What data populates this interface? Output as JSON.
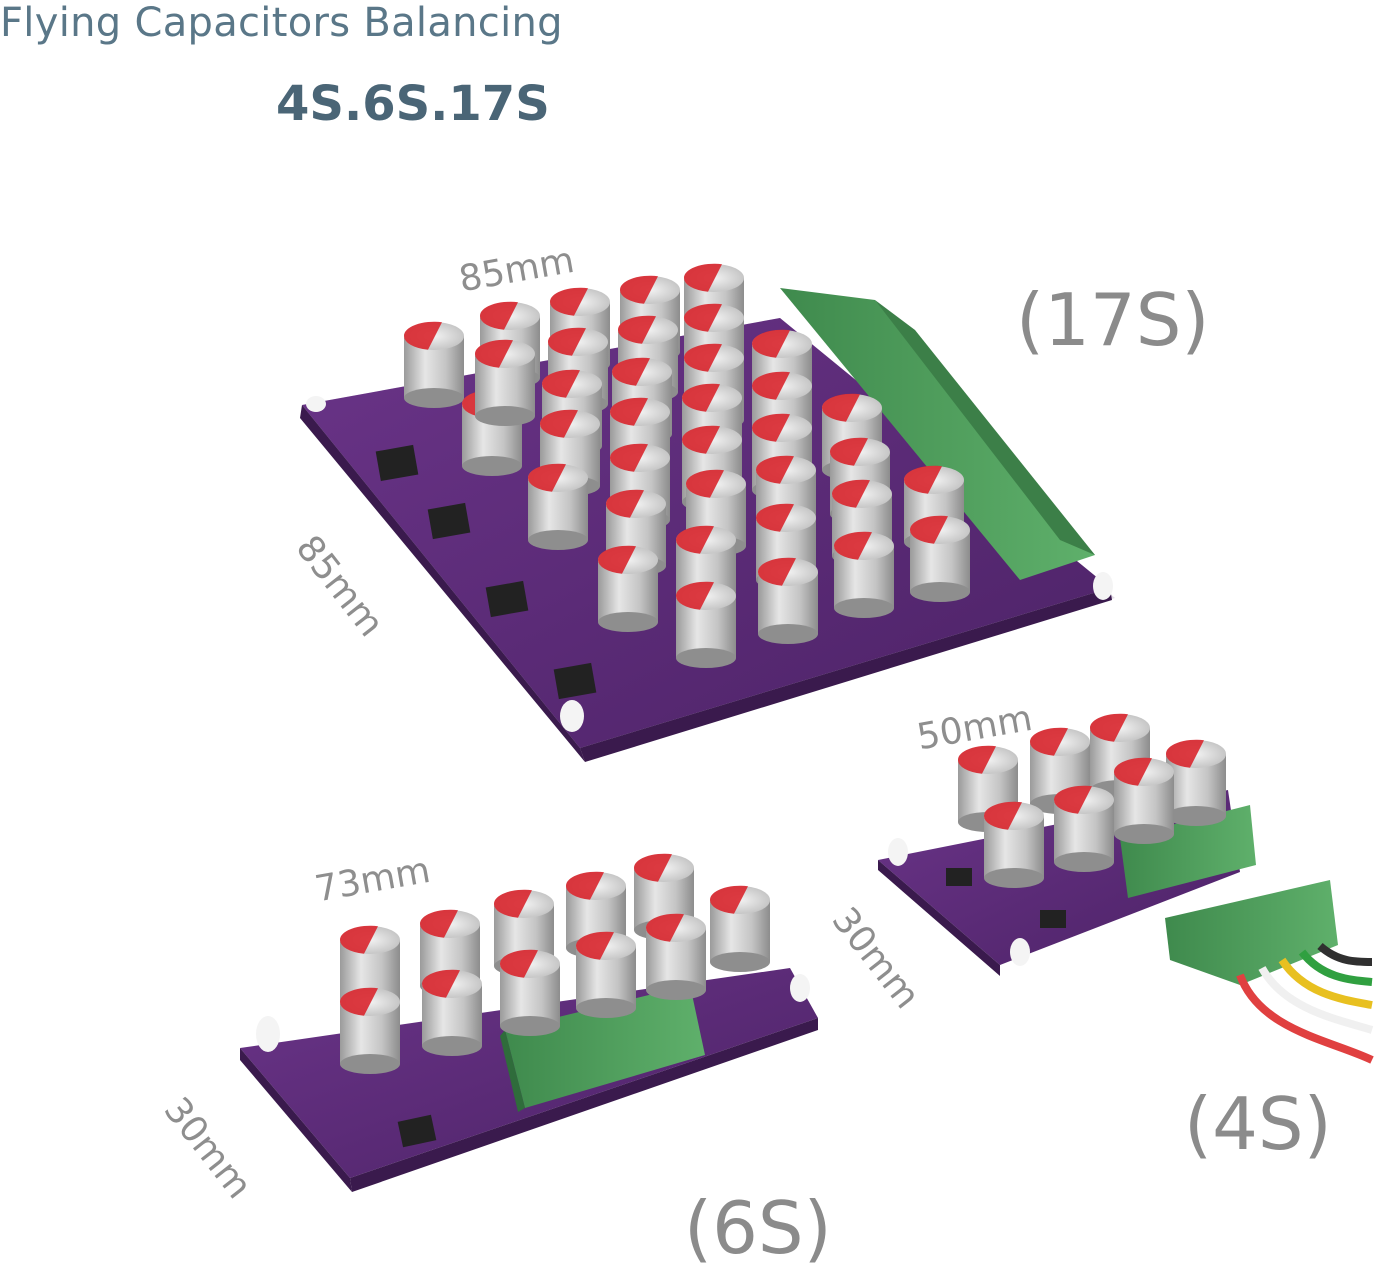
{
  "header": {
    "title": "Flying Capacitors Balancing",
    "subtitle": "4S.6S.17S"
  },
  "boards": {
    "s17": {
      "label": "(17S)",
      "width_label": "85mm",
      "depth_label": "85mm"
    },
    "s6": {
      "label": "(6S)",
      "width_label": "73mm",
      "depth_label": "30mm"
    },
    "s4": {
      "label": "(4S)",
      "width_label": "50mm",
      "depth_label": "30mm"
    }
  },
  "colors": {
    "pcb": "#5b2a78",
    "terminal": "#4f9a5c",
    "capacitor": "#c9c9c9",
    "capacitor_top": "#d9262e"
  }
}
